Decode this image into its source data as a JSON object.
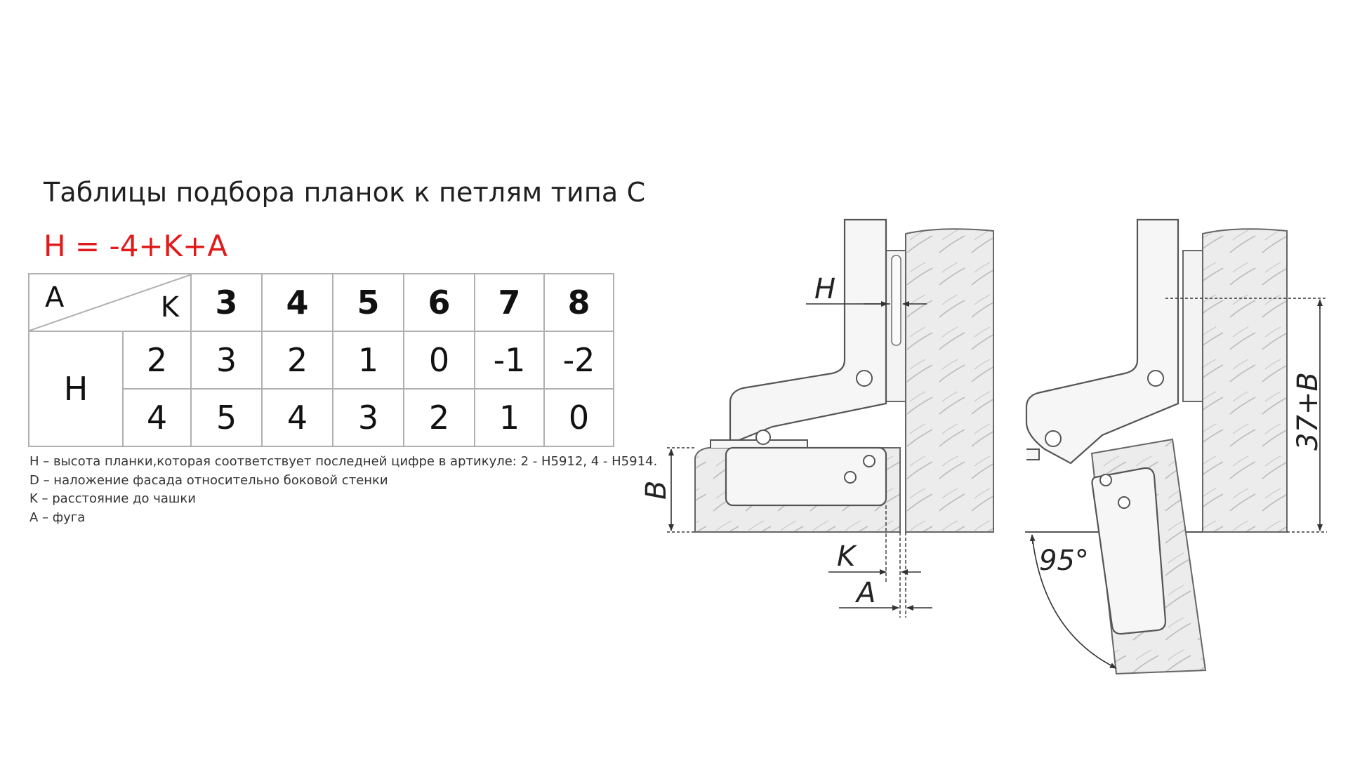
{
  "title": "Таблицы подбора планок к петлям типа С",
  "formula": "H = -4+K+A",
  "table": {
    "corner_a": "A",
    "corner_k": "K",
    "k_values": [
      "3",
      "4",
      "5",
      "6",
      "7",
      "8"
    ],
    "row_label": "H",
    "rows": [
      {
        "key": "2",
        "values": [
          "3",
          "2",
          "1",
          "0",
          "-1",
          "-2"
        ]
      },
      {
        "key": "4",
        "values": [
          "5",
          "4",
          "3",
          "2",
          "1",
          "0"
        ]
      }
    ]
  },
  "legend": [
    "H – высота планки,которая соответствует последней цифре в артикуле: 2 - H5912, 4 - H5914.",
    "D – наложение фасада относительно боковой стенки",
    "K – расстояние до чашки",
    "A – фуга"
  ],
  "drawing_labels": {
    "h": "H",
    "b": "B",
    "k": "K",
    "a": "A",
    "dim_37b": "37+B",
    "angle": "95°"
  },
  "colors": {
    "formula": "#e11b1b",
    "line": "#555555",
    "wood_fill": "#ececec"
  }
}
